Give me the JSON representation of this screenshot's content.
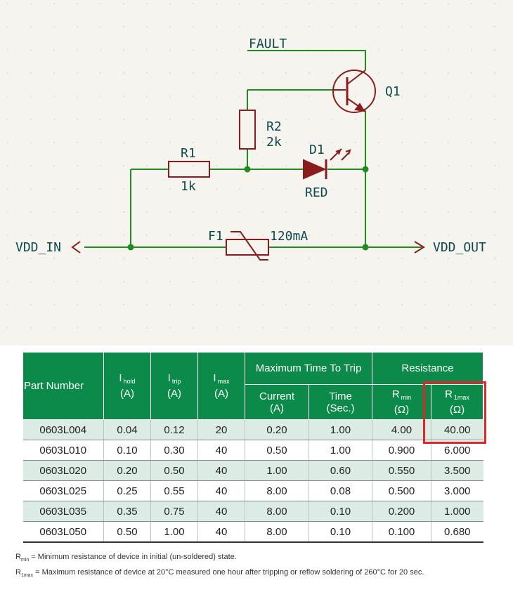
{
  "schematic": {
    "net_fault": "FAULT",
    "net_vdd_in": "VDD_IN",
    "net_vdd_out": "VDD_OUT",
    "q1": {
      "ref": "Q1"
    },
    "r2": {
      "ref": "R2",
      "value": "2k"
    },
    "r1": {
      "ref": "R1",
      "value": "1k"
    },
    "d1": {
      "ref": "D1",
      "value": "RED"
    },
    "f1": {
      "ref": "F1",
      "value": "120mA"
    },
    "colors": {
      "wire": "#1e8c1e",
      "part": "#8a1c1c",
      "label": "#0f4a4a",
      "background": "#f5f4ef"
    }
  },
  "table": {
    "headers": {
      "part_number": "Part Number",
      "i_hold": {
        "symbol": "I",
        "sub": "hold",
        "unit": "(A)"
      },
      "i_trip": {
        "symbol": "I",
        "sub": "trip",
        "unit": "(A)"
      },
      "i_max": {
        "symbol": "I",
        "sub": "max",
        "unit": "(A)"
      },
      "max_time": "Maximum Time To Trip",
      "current": {
        "label": "Current",
        "unit": "(A)"
      },
      "time": {
        "label": "Time",
        "unit": "(Sec.)"
      },
      "resistance": "Resistance",
      "r_min": {
        "symbol": "R",
        "sub": "min",
        "unit": "(Ω)"
      },
      "r_1max": {
        "symbol": "R",
        "sub": "1max",
        "unit": "(Ω)"
      }
    },
    "rows": [
      [
        "0603L004",
        "0.04",
        "0.12",
        "20",
        "0.20",
        "1.00",
        "4.00",
        "40.00"
      ],
      [
        "0603L010",
        "0.10",
        "0.30",
        "40",
        "0.50",
        "1.00",
        "0.900",
        "6.000"
      ],
      [
        "0603L020",
        "0.20",
        "0.50",
        "40",
        "1.00",
        "0.60",
        "0.550",
        "3.500"
      ],
      [
        "0603L025",
        "0.25",
        "0.55",
        "40",
        "8.00",
        "0.08",
        "0.500",
        "3.000"
      ],
      [
        "0603L035",
        "0.35",
        "0.75",
        "40",
        "8.00",
        "0.10",
        "0.200",
        "1.000"
      ],
      [
        "0603L050",
        "0.50",
        "1.00",
        "40",
        "8.00",
        "0.10",
        "0.100",
        "0.680"
      ]
    ],
    "colors": {
      "header": "#0b8a4a",
      "shade": "#dcebe3",
      "highlight": "#e0262b"
    }
  },
  "footnotes": [
    {
      "symbol": "R",
      "sub": "min",
      "text": "= Minimum resistance of device in initial (un-soldered) state."
    },
    {
      "symbol": "R",
      "sub": "1max",
      "text": "= Maximum resistance of device at 20°C measured one hour after tripping or reflow soldering of 260°C for 20 sec."
    }
  ]
}
